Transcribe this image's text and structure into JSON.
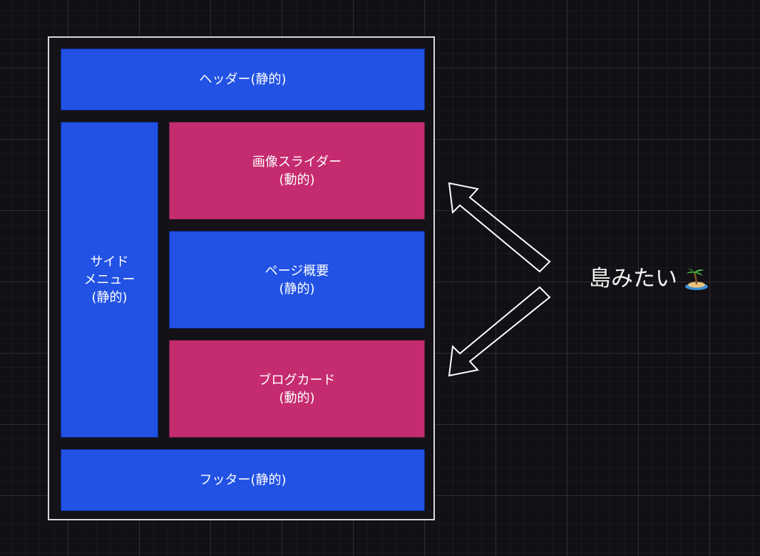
{
  "diagram": {
    "header": {
      "line1": "ヘッダー(静的)"
    },
    "side_menu": {
      "line1": "サイド",
      "line2": "メニュー",
      "line3": "(静的)"
    },
    "image_slider": {
      "line1": "画像スライダー",
      "line2": "(動的)"
    },
    "page_summary": {
      "line1": "ページ概要",
      "line2": "(静的)"
    },
    "blog_card": {
      "line1": "ブログカード",
      "line2": "(動的)"
    },
    "footer": {
      "line1": "フッター(静的)"
    },
    "annotation": {
      "text": "島みたい",
      "icon": "desert-island-icon"
    }
  },
  "colors": {
    "static_block": "#2252e4",
    "dynamic_block": "#c52b6f",
    "background": "#121014",
    "frame_border": "#d9d9d9",
    "arrow_stroke": "#ffffff"
  }
}
